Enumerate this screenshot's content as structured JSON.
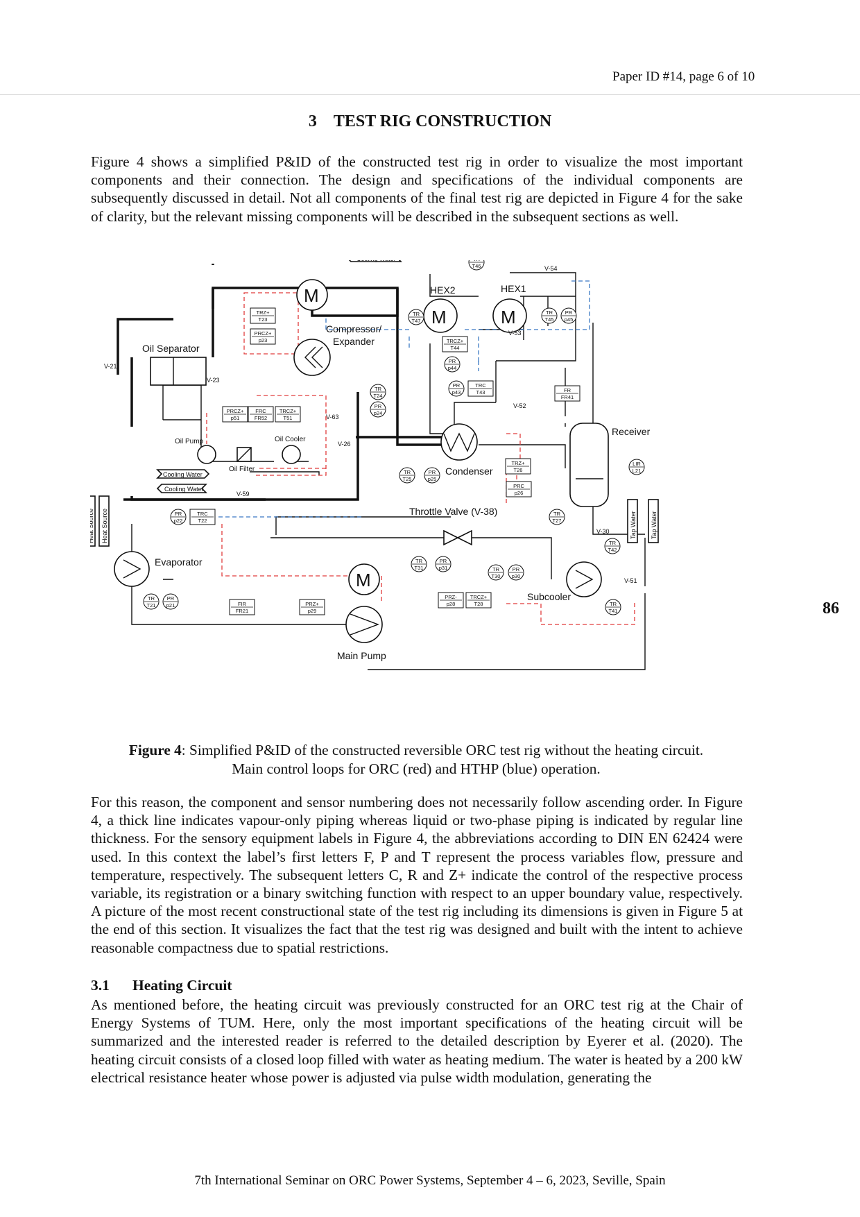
{
  "header": {
    "text": "Paper  ID #14, page 6 of 10"
  },
  "section": {
    "number": "3",
    "title": "TEST RIG CONSTRUCTION"
  },
  "paragraph1": "Figure 4 shows a simplified P&ID of the constructed test rig in order to visualize the most important components and their connection. The design and specifications of the individual components are subsequently discussed in detail. Not all components of the final test rig are depicted in Figure 4 for the sake of clarity, but the relevant missing components will be described in the subsequent sections as well.",
  "figure": {
    "labels": {
      "oil_separator": "Oil Separator",
      "compressor": "Compressor/",
      "expander": "Expander",
      "hex2": "HEX2",
      "hex1": "HEX1",
      "receiver": "Receiver",
      "condenser": "Condenser",
      "throttle": "Throttle Valve (V-38)",
      "evaporator": "Evaporator",
      "subcooler": "Subcooler",
      "main_pump": "Main Pump",
      "oil_pump": "Oil Pump",
      "oil_filter": "Oil Filter",
      "oil_cooler": "Oil Cooler",
      "cooling_water": "Cooling Water",
      "heat_source": "Heat Source",
      "tap_water": "Tap Water"
    },
    "valves": [
      "V-21",
      "V-23",
      "V-63",
      "V-26",
      "V-59",
      "V-54",
      "V-53",
      "V-52",
      "V-30",
      "V-51"
    ],
    "instruments": [
      {
        "tag": "TRZ+",
        "id": "T23"
      },
      {
        "tag": "PRCZ+",
        "id": "p23"
      },
      {
        "tag": "PRCZ+",
        "id": "p51"
      },
      {
        "tag": "FRC",
        "id": "FR52"
      },
      {
        "tag": "TRCZ+",
        "id": "T51"
      },
      {
        "tag": "TR",
        "id": "T24"
      },
      {
        "tag": "PR",
        "id": "p24"
      },
      {
        "tag": "TR",
        "id": "T47"
      },
      {
        "tag": "TR",
        "id": "T46"
      },
      {
        "tag": "TRCZ+",
        "id": "T44"
      },
      {
        "tag": "PR",
        "id": "p44"
      },
      {
        "tag": "PR",
        "id": "p43"
      },
      {
        "tag": "TRC",
        "id": "T43"
      },
      {
        "tag": "TR",
        "id": "T45"
      },
      {
        "tag": "PR",
        "id": "p45"
      },
      {
        "tag": "FR",
        "id": "FR41"
      },
      {
        "tag": "TR",
        "id": "T25"
      },
      {
        "tag": "PR",
        "id": "p25"
      },
      {
        "tag": "TRZ+",
        "id": "T26"
      },
      {
        "tag": "PRC",
        "id": "p26"
      },
      {
        "tag": "LIR",
        "id": "L21"
      },
      {
        "tag": "PR",
        "id": "p22"
      },
      {
        "tag": "TRC",
        "id": "T22"
      },
      {
        "tag": "TR",
        "id": "T27"
      },
      {
        "tag": "TR",
        "id": "T42"
      },
      {
        "tag": "TR",
        "id": "T31"
      },
      {
        "tag": "PR",
        "id": "p31"
      },
      {
        "tag": "TR",
        "id": "T30"
      },
      {
        "tag": "PR",
        "id": "p30"
      },
      {
        "tag": "TR",
        "id": "T21"
      },
      {
        "tag": "PR",
        "id": "p21"
      },
      {
        "tag": "FIR",
        "id": "FR21"
      },
      {
        "tag": "PRZ+",
        "id": "p29"
      },
      {
        "tag": "PRZ-",
        "id": "p28"
      },
      {
        "tag": "TRCZ+",
        "id": "T28"
      },
      {
        "tag": "TR",
        "id": "T41"
      }
    ]
  },
  "caption": {
    "label": "Figure 4",
    "line1": ": Simplified P&ID of the constructed reversible ORC test rig without the heating circuit.",
    "line2": "Main control loops for ORC (red) and HTHP (blue) operation."
  },
  "paragraph2": "For this reason, the component and sensor numbering does not necessarily follow ascending order. In Figure 4, a thick line indicates vapour-only piping whereas liquid or two-phase piping is indicated by regular line thickness. For the sensory equipment labels in Figure 4, the abbreviations according to DIN EN 62424 were used. In this context the label’s first letters F, P and T represent the process variables flow, pressure and temperature, respectively. The subsequent letters C, R and Z+ indicate the control of the respective process variable, its registration or a binary switching function with respect to an upper boundary value, respectively. A picture of the most recent constructional state of the test rig including its dimensions is given in Figure 5 at the end of this section. It visualizes the fact that the test rig was designed and built with the intent to achieve reasonable compactness due to spatial restrictions.",
  "subsection": {
    "number": "3.1",
    "title": "Heating Circuit"
  },
  "paragraph3": "As mentioned before, the heating circuit was previously constructed for an ORC test rig at the Chair of Energy Systems of TUM. Here, only the most important specifications of the heating circuit will be summarized and the interested reader is referred to the detailed description by Eyerer et al. (2020). The heating circuit consists of a closed loop filled with water as heating medium. The water is heated by a 200 kW electrical resistance heater whose power is adjusted via pulse width modulation, generating the",
  "page_number": "86",
  "footer": "7th International Seminar on ORC Power Systems, September 4 – 6, 2023, Seville, Spain",
  "colors": {
    "orc_loop": "#e03c3c",
    "hthp_loop": "#3a78c4",
    "pipe": "#111111"
  }
}
